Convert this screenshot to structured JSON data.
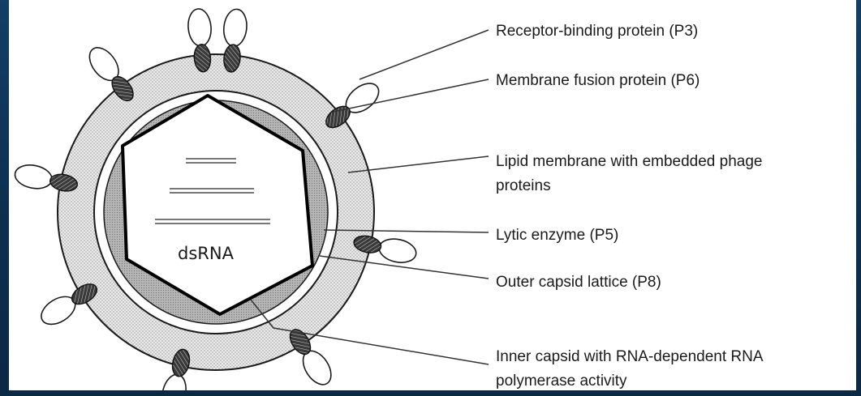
{
  "diagram": {
    "center_label": "dsRNA",
    "labels": {
      "receptor_binding": "Receptor-binding protein (P3)",
      "membrane_fusion": "Membrane fusion protein (P6)",
      "lipid_membrane_line1": "Lipid membrane with embedded phage",
      "lipid_membrane_line2": "proteins",
      "lytic_enzyme": "Lytic enzyme (P5)",
      "outer_capsid": "Outer capsid lattice (P8)",
      "inner_capsid_line1": "Inner capsid with RNA-dependent RNA",
      "inner_capsid_line2": "polymerase activity"
    },
    "colors": {
      "background": "#0d2f4f",
      "panel": "#ffffff",
      "membrane_fill": "#e6e6e6",
      "capsid_fill": "#bdbdbd",
      "outline": "#1a1a1a"
    }
  }
}
